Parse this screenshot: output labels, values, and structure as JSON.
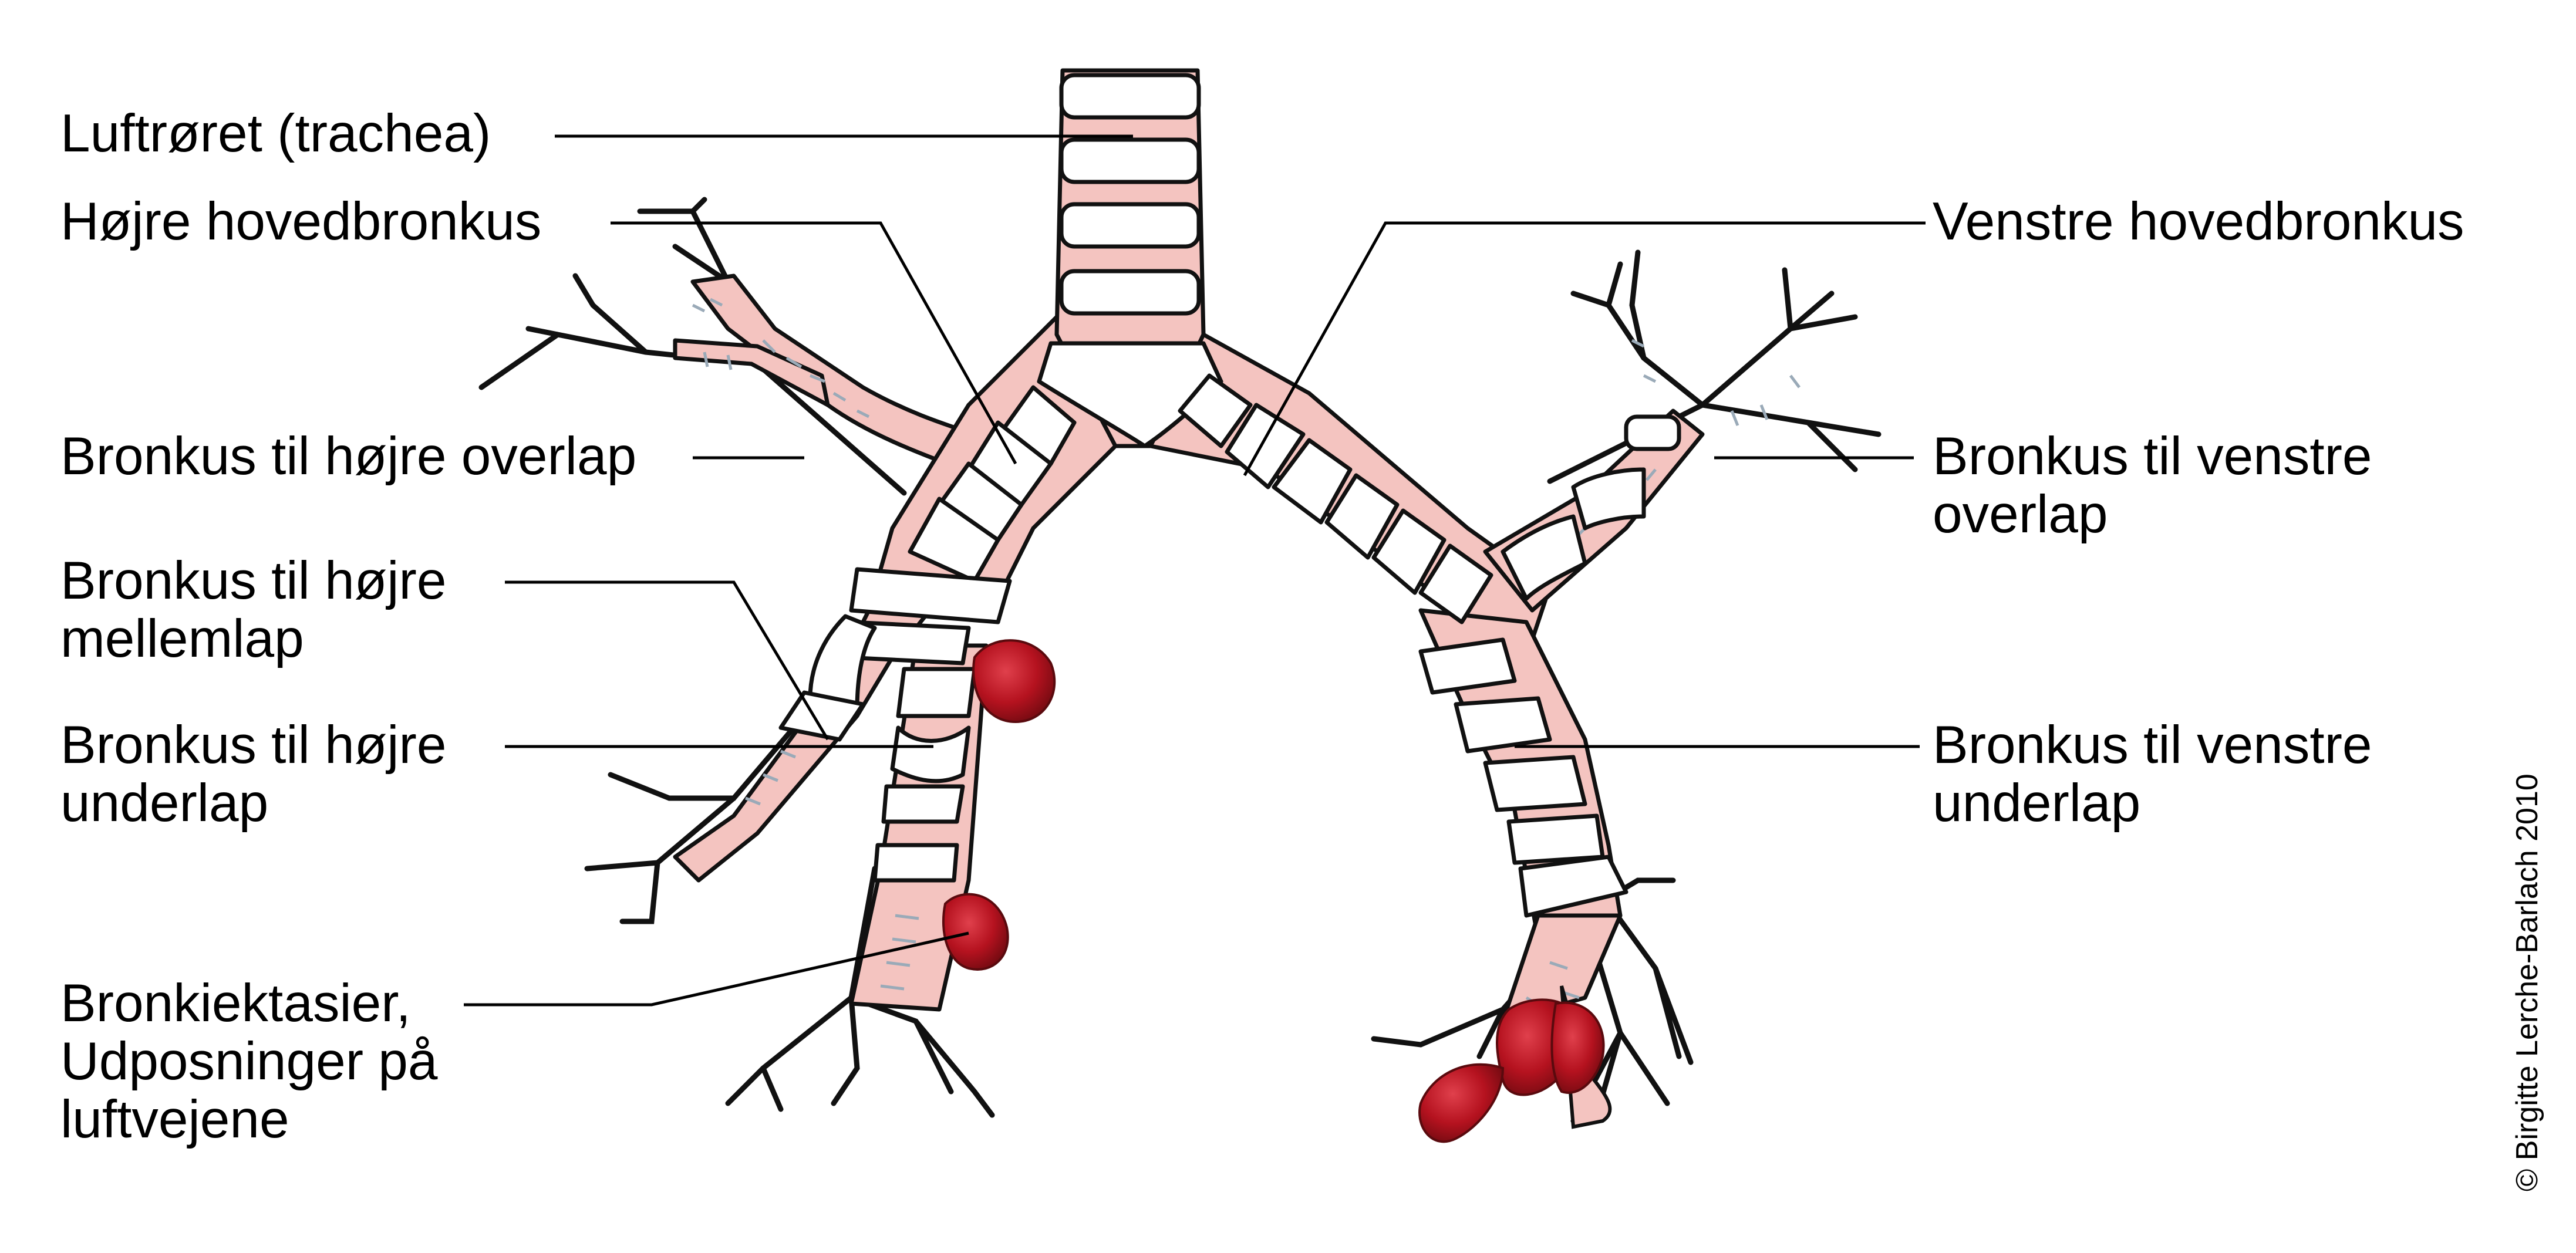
{
  "labels": {
    "trachea": "Luftrøret (trachea)",
    "right_main": "Højre hovedbronkus",
    "right_upper": "Bronkus til højre overlap",
    "right_middle": [
      "Bronkus til højre",
      "mellemlap"
    ],
    "right_lower": [
      "Bronkus til højre",
      "underlap"
    ],
    "bronchiectasis": [
      "Bronkiektasier,",
      "Udposninger på",
      "luftvejene"
    ],
    "left_main": "Venstre hovedbronkus",
    "left_upper": [
      "Bronkus til venstre",
      "overlap"
    ],
    "left_lower": [
      "Bronkus til venstre",
      "underlap"
    ]
  },
  "credit": "© Birgitte Lerche-Barlach 2010",
  "colors": {
    "airway_fill": "#f4c4c0",
    "cartilage_fill": "#ffffff",
    "outline": "#111111",
    "vein": "#9aaab8",
    "pouch": "#a80f1c",
    "leader_line": "#000000"
  }
}
